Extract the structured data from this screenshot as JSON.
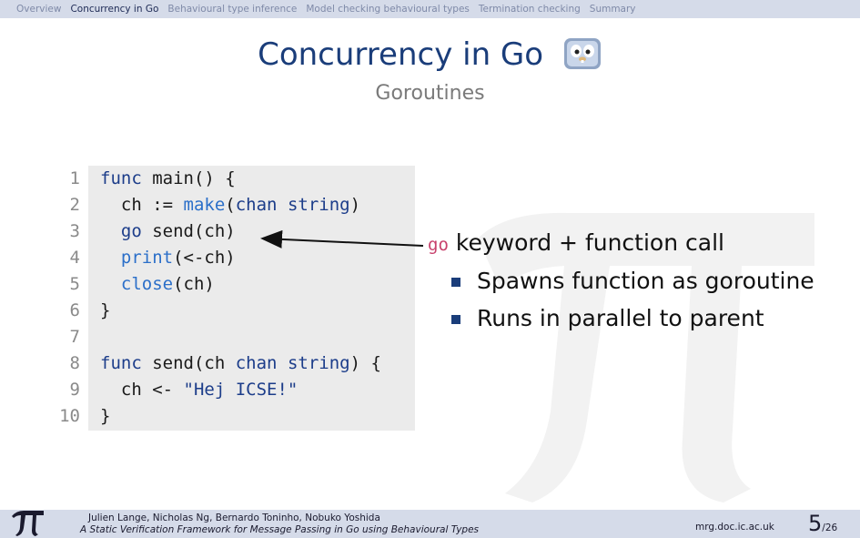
{
  "nav": {
    "items": [
      {
        "label": "Overview",
        "active": false
      },
      {
        "label": "Concurrency in Go",
        "active": true
      },
      {
        "label": "Behavioural type inference",
        "active": false
      },
      {
        "label": "Model checking behavioural types",
        "active": false
      },
      {
        "label": "Termination checking",
        "active": false
      },
      {
        "label": "Summary",
        "active": false
      }
    ]
  },
  "slide": {
    "title": "Concurrency in Go",
    "subtitle": "Goroutines"
  },
  "code": {
    "line_numbers": [
      "1",
      "2",
      "3",
      "4",
      "5",
      "6",
      "7",
      "8",
      "9",
      "10"
    ],
    "lines": [
      [
        {
          "t": "func",
          "c": "kw"
        },
        {
          "t": " main() {",
          "c": ""
        }
      ],
      [
        {
          "t": "  ch := ",
          "c": ""
        },
        {
          "t": "make",
          "c": "fn"
        },
        {
          "t": "(",
          "c": ""
        },
        {
          "t": "chan",
          "c": "kw"
        },
        {
          "t": " ",
          "c": ""
        },
        {
          "t": "string",
          "c": "kw"
        },
        {
          "t": ")",
          "c": ""
        }
      ],
      [
        {
          "t": "  ",
          "c": ""
        },
        {
          "t": "go",
          "c": "kw"
        },
        {
          "t": " send(ch)",
          "c": ""
        }
      ],
      [
        {
          "t": "  ",
          "c": ""
        },
        {
          "t": "print",
          "c": "fn"
        },
        {
          "t": "(<-ch)",
          "c": ""
        }
      ],
      [
        {
          "t": "  ",
          "c": ""
        },
        {
          "t": "close",
          "c": "fn"
        },
        {
          "t": "(ch)",
          "c": ""
        }
      ],
      [
        {
          "t": "}",
          "c": ""
        }
      ],
      [],
      [
        {
          "t": "func",
          "c": "kw"
        },
        {
          "t": " send(ch ",
          "c": ""
        },
        {
          "t": "chan",
          "c": "kw"
        },
        {
          "t": " ",
          "c": ""
        },
        {
          "t": "string",
          "c": "kw"
        },
        {
          "t": ") {",
          "c": ""
        }
      ],
      [
        {
          "t": "  ch <- ",
          "c": ""
        },
        {
          "t": "\"Hej ICSE!\"",
          "c": "str"
        }
      ],
      [
        {
          "t": "}",
          "c": ""
        }
      ]
    ]
  },
  "explanation": {
    "keyword": "go",
    "heading": "keyword + function call",
    "bullets": [
      "Spawns function as goroutine",
      "Runs in parallel to parent"
    ]
  },
  "footer": {
    "authors": "Julien Lange, Nicholas Ng, Bernardo Toninho, Nobuko Yoshida",
    "paper": "A Static Verification Framework for Message Passing in Go using Behavioural Types",
    "url": "mrg.doc.ic.ac.uk",
    "page": "5",
    "total": "/26"
  },
  "colors": {
    "accent": "#1a3d7a",
    "keyword": "#1c3d8a",
    "builtin": "#2b6fc9",
    "go_keyword": "#c8416c",
    "bar": "#d5dbe9"
  }
}
